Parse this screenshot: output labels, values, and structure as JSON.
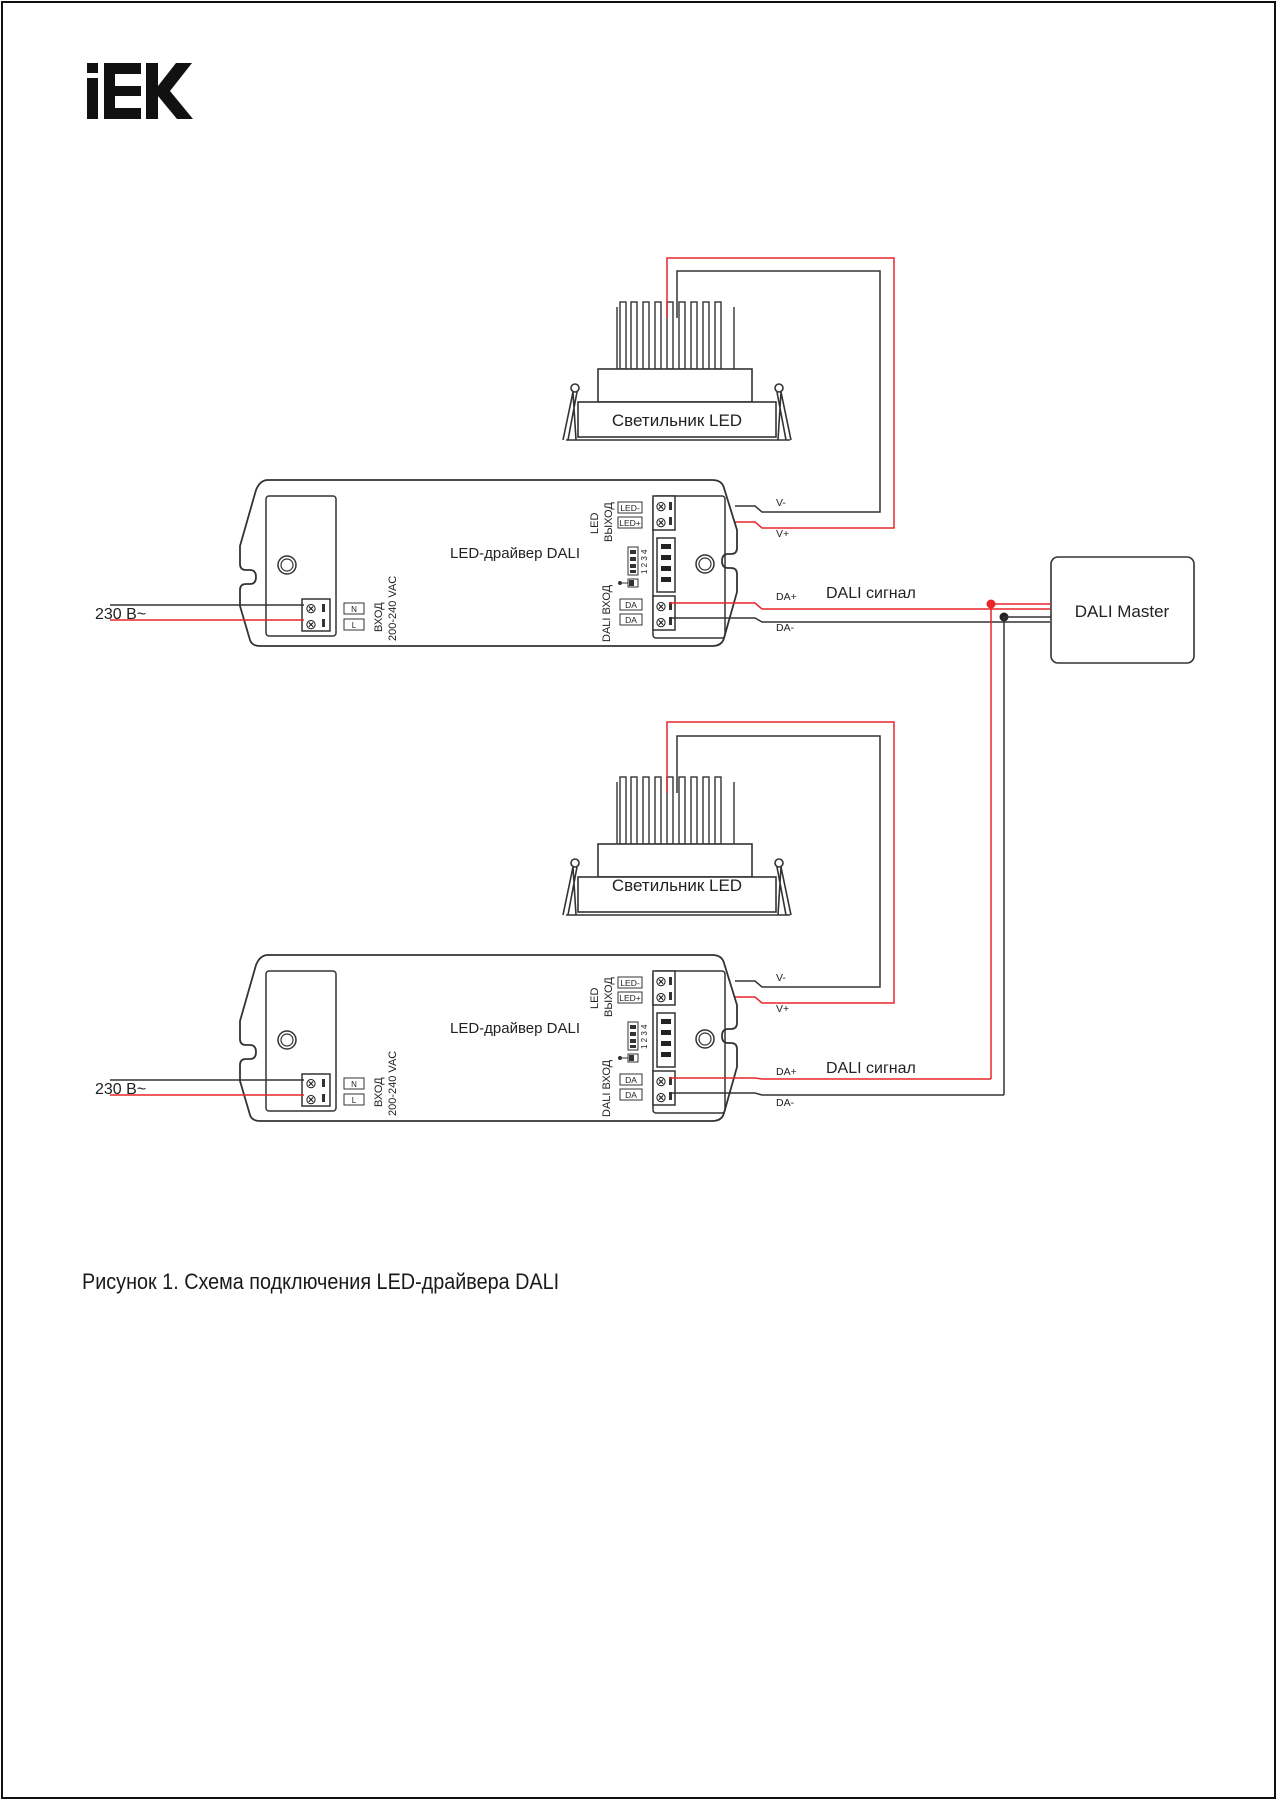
{
  "logo": {
    "text": "iEK"
  },
  "luminaires": [
    {
      "label": "Светильник LED"
    },
    {
      "label": "Светильник LED"
    }
  ],
  "drivers": [
    {
      "title": "LED-драйвер DALI",
      "input_label_line1": "ВХОД",
      "input_label_line2": "200-240 VAC",
      "terminal_n": "N",
      "terminal_l": "L",
      "led_out_line1": "LED",
      "led_out_line2": "ВЫХОД",
      "led_minus": "LED-",
      "led_plus": "LED+",
      "dip_numbers": "1 2 3 4",
      "dali_in_label": "DALI ВХОД",
      "da1": "DA",
      "da2": "DA",
      "wire_v_minus": "V-",
      "wire_v_plus": "V+",
      "wire_da_plus": "DA+",
      "wire_da_minus": "DA-",
      "signal_label": "DALI сигнал",
      "supply_label": "230 В~"
    },
    {
      "title": "LED-драйвер DALI",
      "input_label_line1": "ВХОД",
      "input_label_line2": "200-240 VAC",
      "terminal_n": "N",
      "terminal_l": "L",
      "led_out_line1": "LED",
      "led_out_line2": "ВЫХОД",
      "led_minus": "LED-",
      "led_plus": "LED+",
      "dip_numbers": "1 2 3 4",
      "dali_in_label": "DALI ВХОД",
      "da1": "DA",
      "da2": "DA",
      "wire_v_minus": "V-",
      "wire_v_plus": "V+",
      "wire_da_plus": "DA+",
      "wire_da_minus": "DA-",
      "signal_label": "DALI сигнал",
      "supply_label": "230 В~"
    }
  ],
  "master": {
    "label": "DALI Master"
  },
  "caption": "Рисунок 1. Схема подключения LED-драйвера DALI",
  "colors": {
    "live_wire": "#e8262b",
    "neutral_wire": "#333333"
  }
}
